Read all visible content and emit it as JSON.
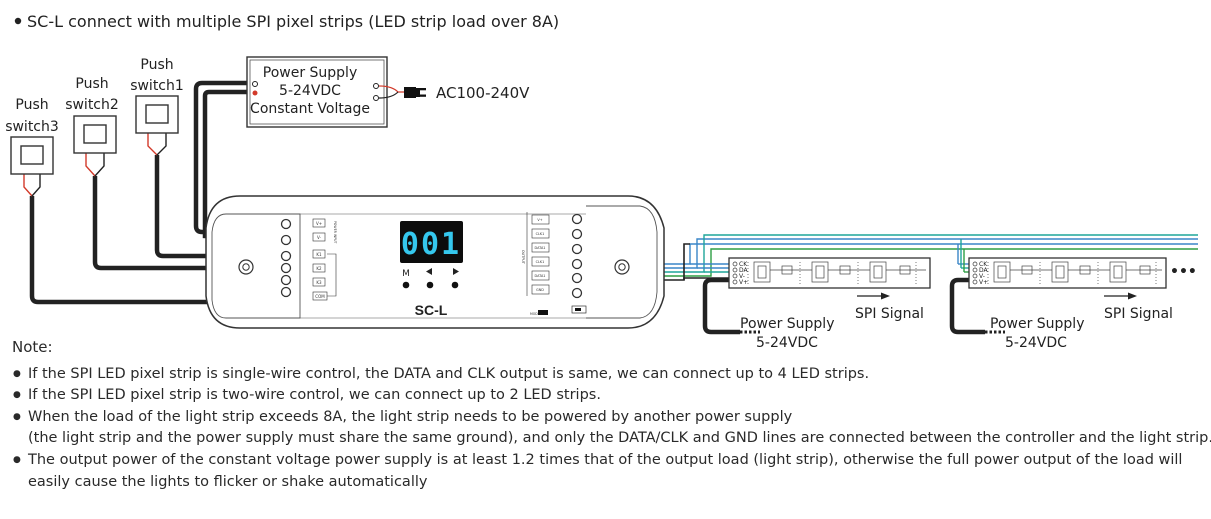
{
  "title": "SC-L connect with multiple SPI pixel strips (LED strip load over 8A)",
  "power_supply": {
    "line1": "Power Supply",
    "line2": "5-24VDC",
    "line3": "Constant Voltage",
    "ac_label": "AC100-240V"
  },
  "switches": [
    {
      "line1": "Push",
      "line2": "switch3"
    },
    {
      "line1": "Push",
      "line2": "switch2"
    },
    {
      "line1": "Push",
      "line2": "switch1"
    }
  ],
  "controller": {
    "display": "001",
    "name": "SC-L",
    "button_m": "M",
    "input_terminals": [
      "V+",
      "V-"
    ],
    "key_terminals": [
      "K1",
      "K2",
      "K3",
      "COM"
    ],
    "output_terminals": [
      "V+",
      "CLK1",
      "DATA1",
      "CLK1",
      "DATA1",
      "GND"
    ],
    "power_input_label": "POWER INPUT",
    "output_label": "OUTPUT",
    "mode_label": "MODE"
  },
  "strips": [
    {
      "pins": [
        "CK",
        "DA",
        "V-",
        "V+"
      ],
      "psu_line1": "Power Supply",
      "psu_line2": "5-24VDC",
      "signal": "SPI Signal"
    },
    {
      "pins": [
        "CK",
        "DA",
        "V-",
        "V+"
      ],
      "psu_line1": "Power Supply",
      "psu_line2": "5-24VDC",
      "signal": "SPI Signal"
    }
  ],
  "more_indicator": "•••",
  "colors": {
    "wire_black": "#222222",
    "wire_red": "#d23a2a",
    "wire_blue": "#3a86c8",
    "wire_teal": "#1fa59a",
    "wire_green": "#2e9e44",
    "display_digits": "#35c8ee"
  },
  "notes": {
    "heading": "Note:",
    "items": [
      {
        "text": "If the SPI LED pixel strip is single-wire control, the DATA and CLK output is same, we can connect up to 4 LED strips."
      },
      {
        "text": "If the SPI LED pixel strip is two-wire control, we can connect up to 2 LED strips."
      },
      {
        "text": "When the load of the light strip exceeds 8A, the light strip needs to be powered by another power supply",
        "cont": "(the light strip and the power supply must share the same ground), and only the DATA/CLK and GND lines are connected between the controller and the light strip."
      },
      {
        "text": "The output power of the constant voltage power supply is at least 1.2 times that of the output load (light strip), otherwise the full power output of the load will",
        "cont": "easily cause the lights to flicker or shake automatically"
      }
    ]
  }
}
